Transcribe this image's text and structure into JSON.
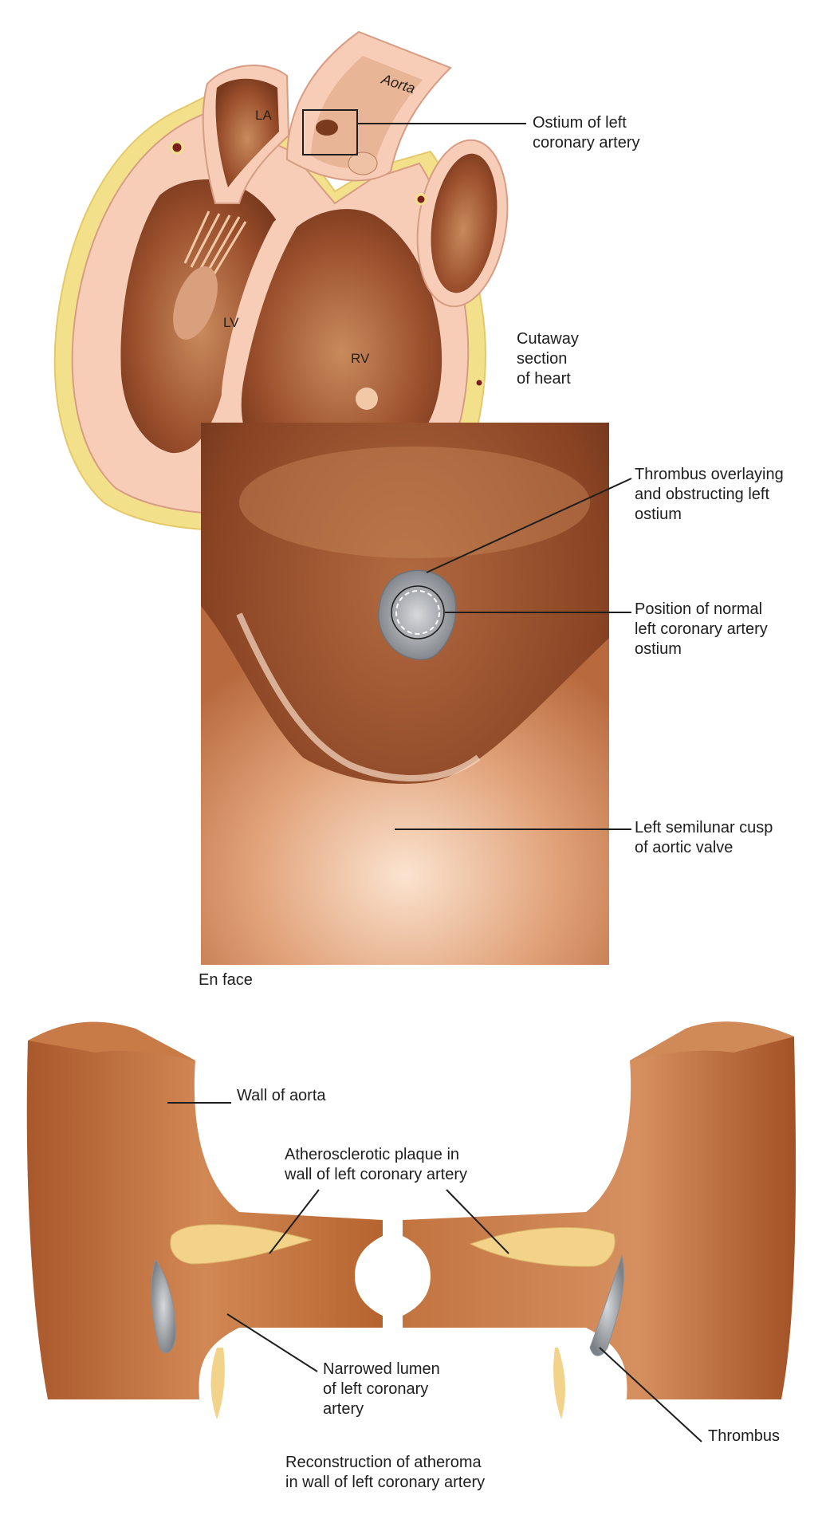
{
  "heart": {
    "chambers": {
      "la": "LA",
      "lv": "LV",
      "rv": "RV"
    },
    "aorta": "Aorta",
    "labels": {
      "ostium": "Ostium of left\ncoronary artery",
      "cutaway": "Cutaway\nsection\nof heart"
    }
  },
  "en_face": {
    "caption": "En face",
    "labels": {
      "thrombus_overlay": "Thrombus overlaying\nand obstructing left\nostium",
      "normal_position": "Position of normal\nleft coronary artery\nostium",
      "cusp": "Left semilunar cusp\nof aortic valve"
    }
  },
  "reconstruction": {
    "labels": {
      "wall": "Wall of aorta",
      "plaque": "Atherosclerotic plaque in\nwall of left coronary artery",
      "lumen": "Narrowed lumen\nof left coronary\nartery",
      "thrombus": "Thrombus"
    },
    "caption": "Reconstruction of atheroma\nin wall of left coronary artery"
  },
  "colors": {
    "myocardium": "#f7cdb8",
    "chamber": "#a65a34",
    "epicardial_fat": "#f3e08a",
    "aorta_wall": "#c06b3c",
    "plaque": "#f3d38a",
    "thrombus": "#aeb3b8"
  }
}
